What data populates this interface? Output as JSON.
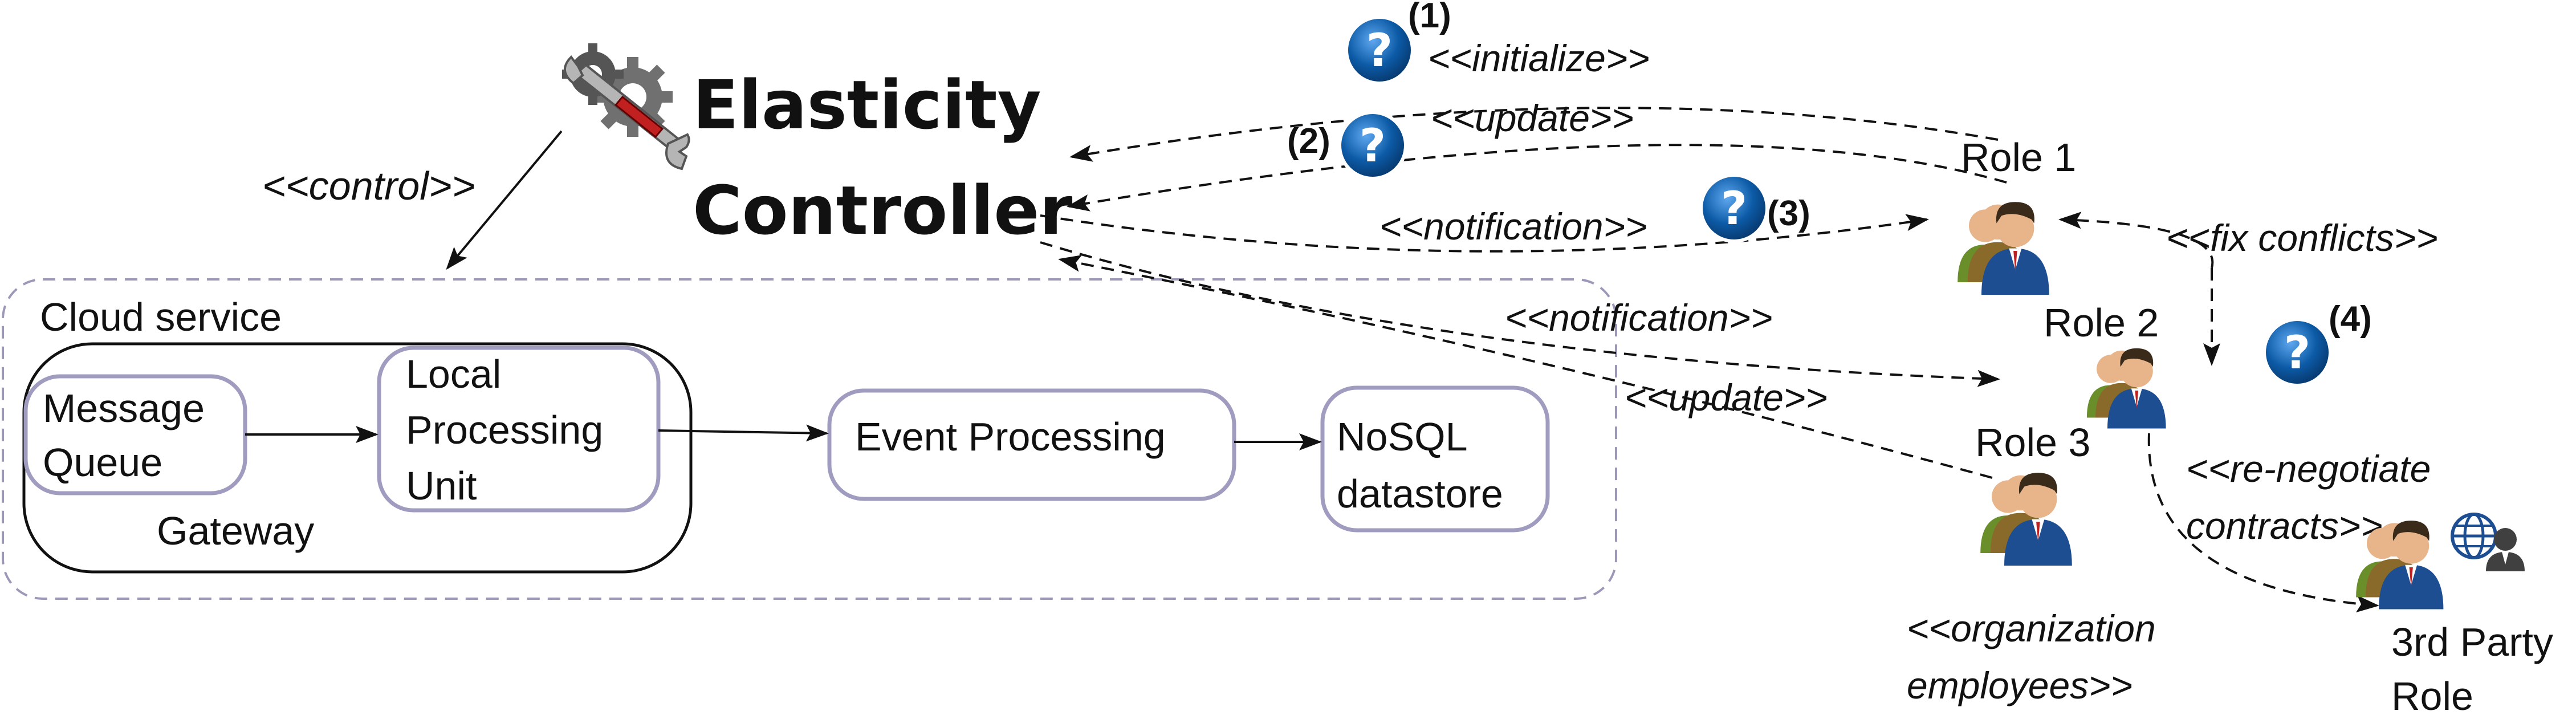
{
  "controller": {
    "line1": "Elasticity",
    "line2": "Controller"
  },
  "control_label": "<<control>>",
  "cloud": {
    "title": "Cloud service",
    "gateway_label": "Gateway",
    "message_queue": [
      "Message",
      "Queue"
    ],
    "local_processing": [
      "Local",
      "Processing",
      "Unit"
    ],
    "event_processing": "Event Processing",
    "nosql": [
      "NoSQL",
      "datastore"
    ]
  },
  "arrows": {
    "initialize": "<<initialize>>",
    "update_1": "<<update>>",
    "notification_1": "<<notification>>",
    "notification_2": "<<notification>>",
    "update_2": "<<update>>",
    "fix_conflicts": "<<fix conflicts>>",
    "renegotiate": [
      "<<re-negotiate",
      "contracts>>"
    ]
  },
  "steps": {
    "s1": "(1)",
    "s2": "(2)",
    "s3": "(3)",
    "s4": "(4)"
  },
  "question_glyph": "?",
  "roles": {
    "role1": "Role 1",
    "role2": "Role 2",
    "role3": "Role 3",
    "third_party": [
      "3rd Party",
      "Role"
    ],
    "group_label": [
      "<<organization",
      "employees>>"
    ]
  },
  "colors": {
    "box_stroke": "#a09cc0",
    "cloud_dash": "#9c98b8",
    "question_blue": "#0c5aa6",
    "suit_blue": "#1e4e92",
    "skin": "#e8b48a"
  }
}
